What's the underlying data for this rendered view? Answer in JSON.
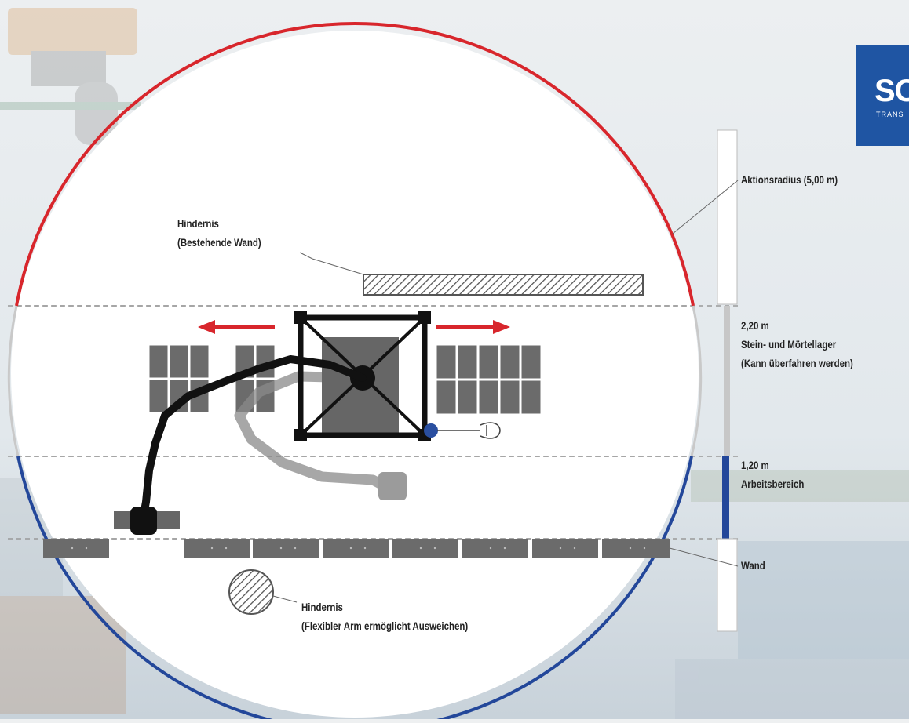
{
  "logo": {
    "text": "SC",
    "subtext": "TRANS"
  },
  "labels": {
    "obstacle_wall_title": "Hindernis",
    "obstacle_wall_sub": "(Bestehende Wand)",
    "action_radius": "Aktionsradius (5,00 m)",
    "storage_width": "2,20 m",
    "storage_title": "Stein- und Mörtellager",
    "storage_sub": "(Kann überfahren werden)",
    "work_width": "1,20 m",
    "work_title": "Arbeitsbereich",
    "wall": "Wand",
    "obstacle_round_title": "Hindernis",
    "obstacle_round_sub": "(Flexibler Arm ermöglicht Ausweichen)"
  },
  "colors": {
    "arc_top": "#d8262c",
    "arc_bottom": "#23479a",
    "arrow": "#d8262c",
    "block": "#6b6b6b",
    "boom": "#111111",
    "boom_ghost": "#8a8a8a",
    "work_bar": "#23479a",
    "logo_bg": "#1f55a3"
  }
}
